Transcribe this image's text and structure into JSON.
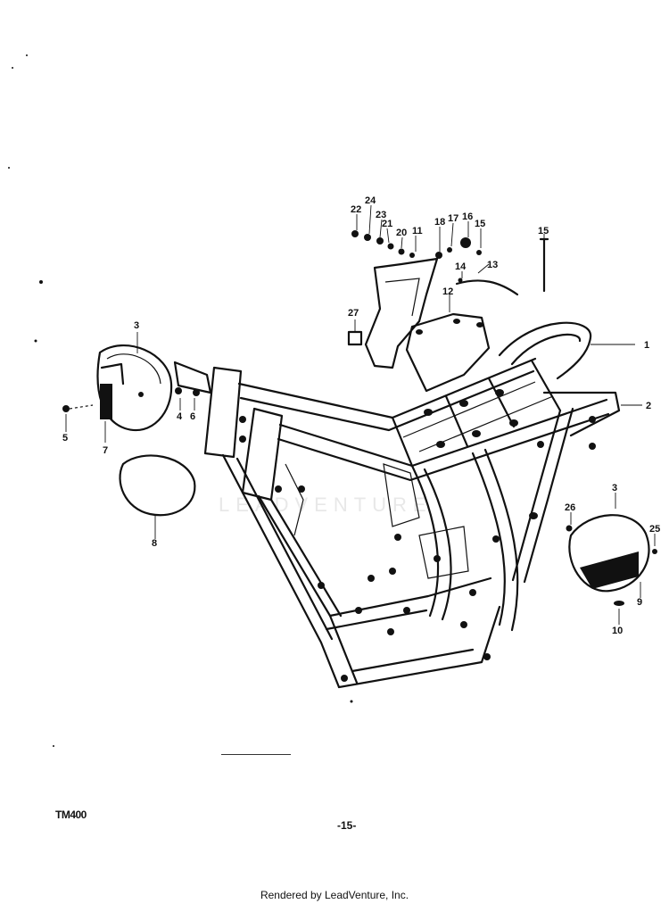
{
  "diagram": {
    "doc_code": "TM400",
    "page_number": "-15-",
    "footer_text": "Rendered by LeadVenture, Inc.",
    "watermark_text": "LEADVENTURE",
    "callouts": [
      {
        "id": "c1",
        "text": "1"
      },
      {
        "id": "c2",
        "text": "2"
      },
      {
        "id": "c3a",
        "text": "3"
      },
      {
        "id": "c3b",
        "text": "3"
      },
      {
        "id": "c4",
        "text": "4"
      },
      {
        "id": "c5",
        "text": "5"
      },
      {
        "id": "c6",
        "text": "6"
      },
      {
        "id": "c7",
        "text": "7"
      },
      {
        "id": "c8",
        "text": "8"
      },
      {
        "id": "c9",
        "text": "9"
      },
      {
        "id": "c10",
        "text": "10"
      },
      {
        "id": "c11",
        "text": "11"
      },
      {
        "id": "c12",
        "text": "12"
      },
      {
        "id": "c13",
        "text": "13"
      },
      {
        "id": "c14",
        "text": "14"
      },
      {
        "id": "c15a",
        "text": "15"
      },
      {
        "id": "c15b",
        "text": "15"
      },
      {
        "id": "c16",
        "text": "16"
      },
      {
        "id": "c17",
        "text": "17"
      },
      {
        "id": "c18",
        "text": "18"
      },
      {
        "id": "c20",
        "text": "20"
      },
      {
        "id": "c21",
        "text": "21"
      },
      {
        "id": "c22",
        "text": "22"
      },
      {
        "id": "c23",
        "text": "23"
      },
      {
        "id": "c24",
        "text": "24"
      },
      {
        "id": "c25",
        "text": "25"
      },
      {
        "id": "c26",
        "text": "26"
      },
      {
        "id": "c27",
        "text": "27"
      }
    ]
  }
}
